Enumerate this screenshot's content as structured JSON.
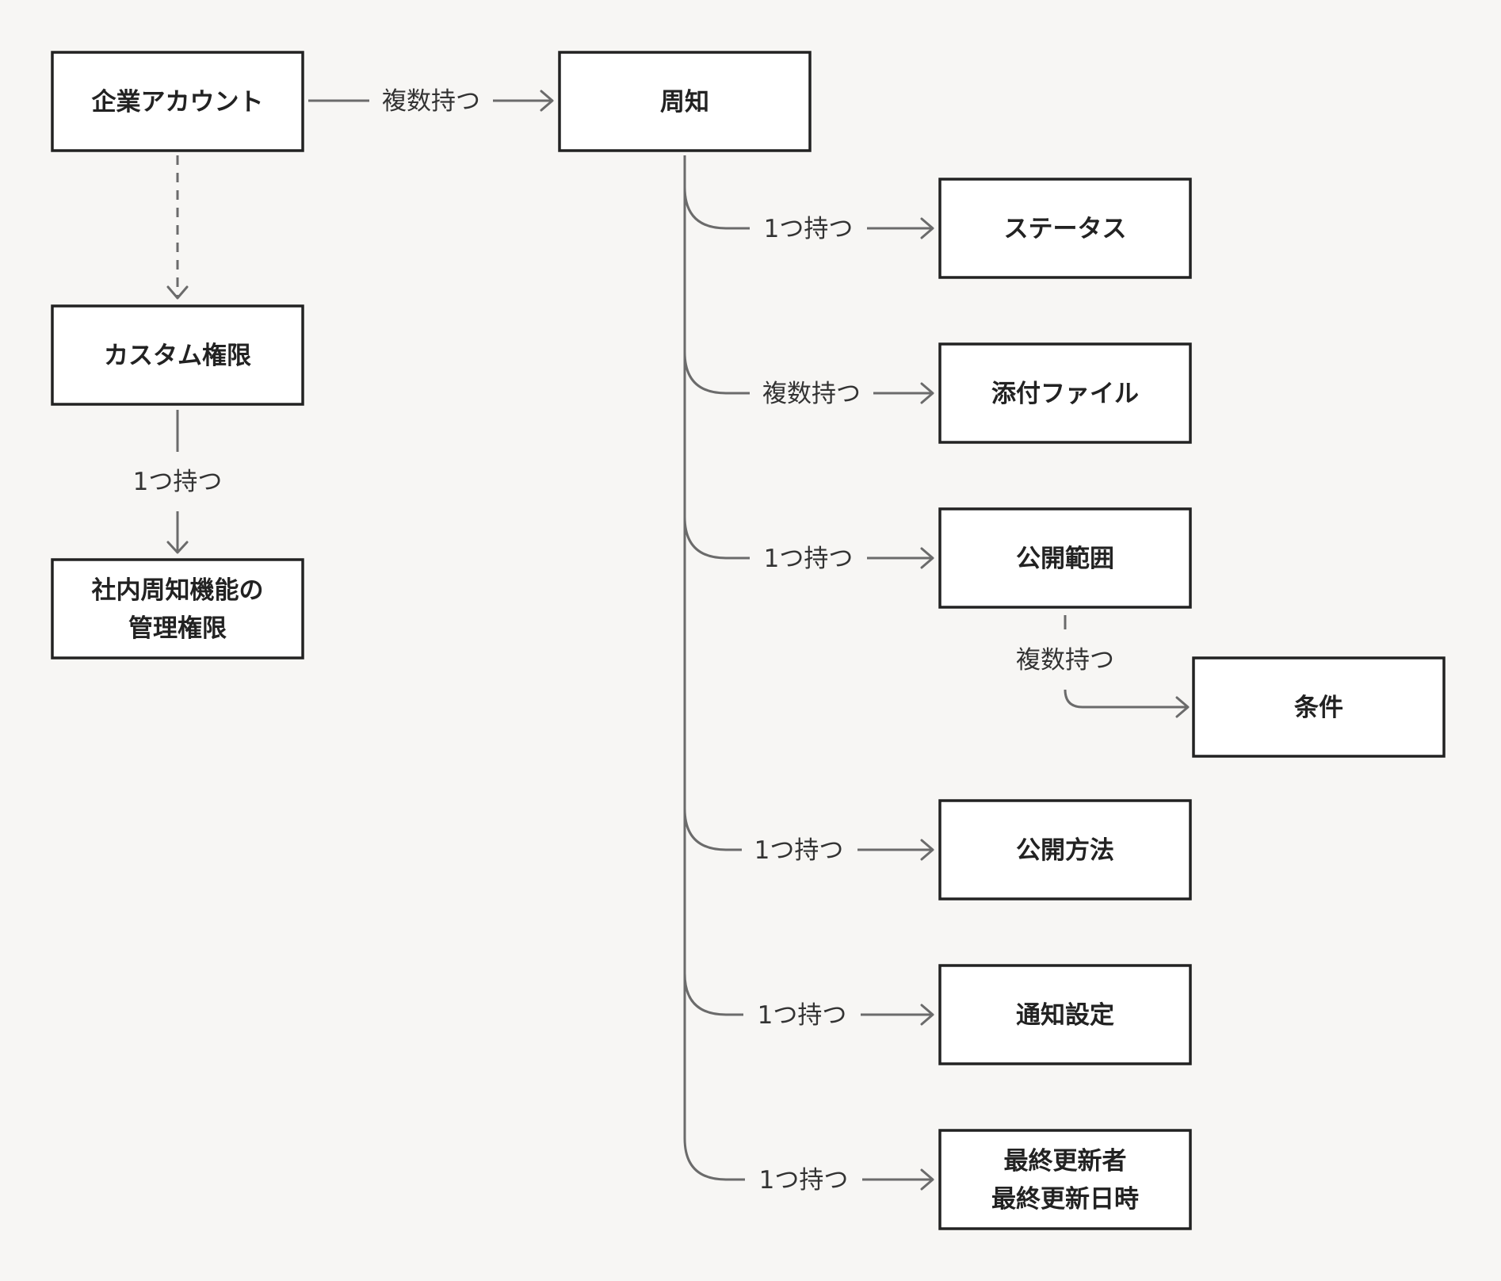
{
  "nodes": {
    "company_account": [
      "企業アカウント"
    ],
    "notice": [
      "周知"
    ],
    "custom_permission": [
      "カスタム権限"
    ],
    "admin_permission": [
      "社内周知機能の",
      "管理権限"
    ],
    "status": [
      "ステータス"
    ],
    "attachment": [
      "添付ファイル"
    ],
    "visibility_scope": [
      "公開範囲"
    ],
    "condition": [
      "条件"
    ],
    "publish_method": [
      "公開方法"
    ],
    "notification_settings": [
      "通知設定"
    ],
    "last_updated": [
      "最終更新者",
      "最終更新日時"
    ]
  },
  "edges": {
    "company_to_notice": "複数持つ",
    "custom_to_admin": "1つ持つ",
    "notice_to_status": "1つ持つ",
    "notice_to_attachment": "複数持つ",
    "notice_to_scope": "1つ持つ",
    "scope_to_condition": "複数持つ",
    "notice_to_method": "1つ持つ",
    "notice_to_notification": "1つ持つ",
    "notice_to_last_updated": "1つ持つ"
  }
}
